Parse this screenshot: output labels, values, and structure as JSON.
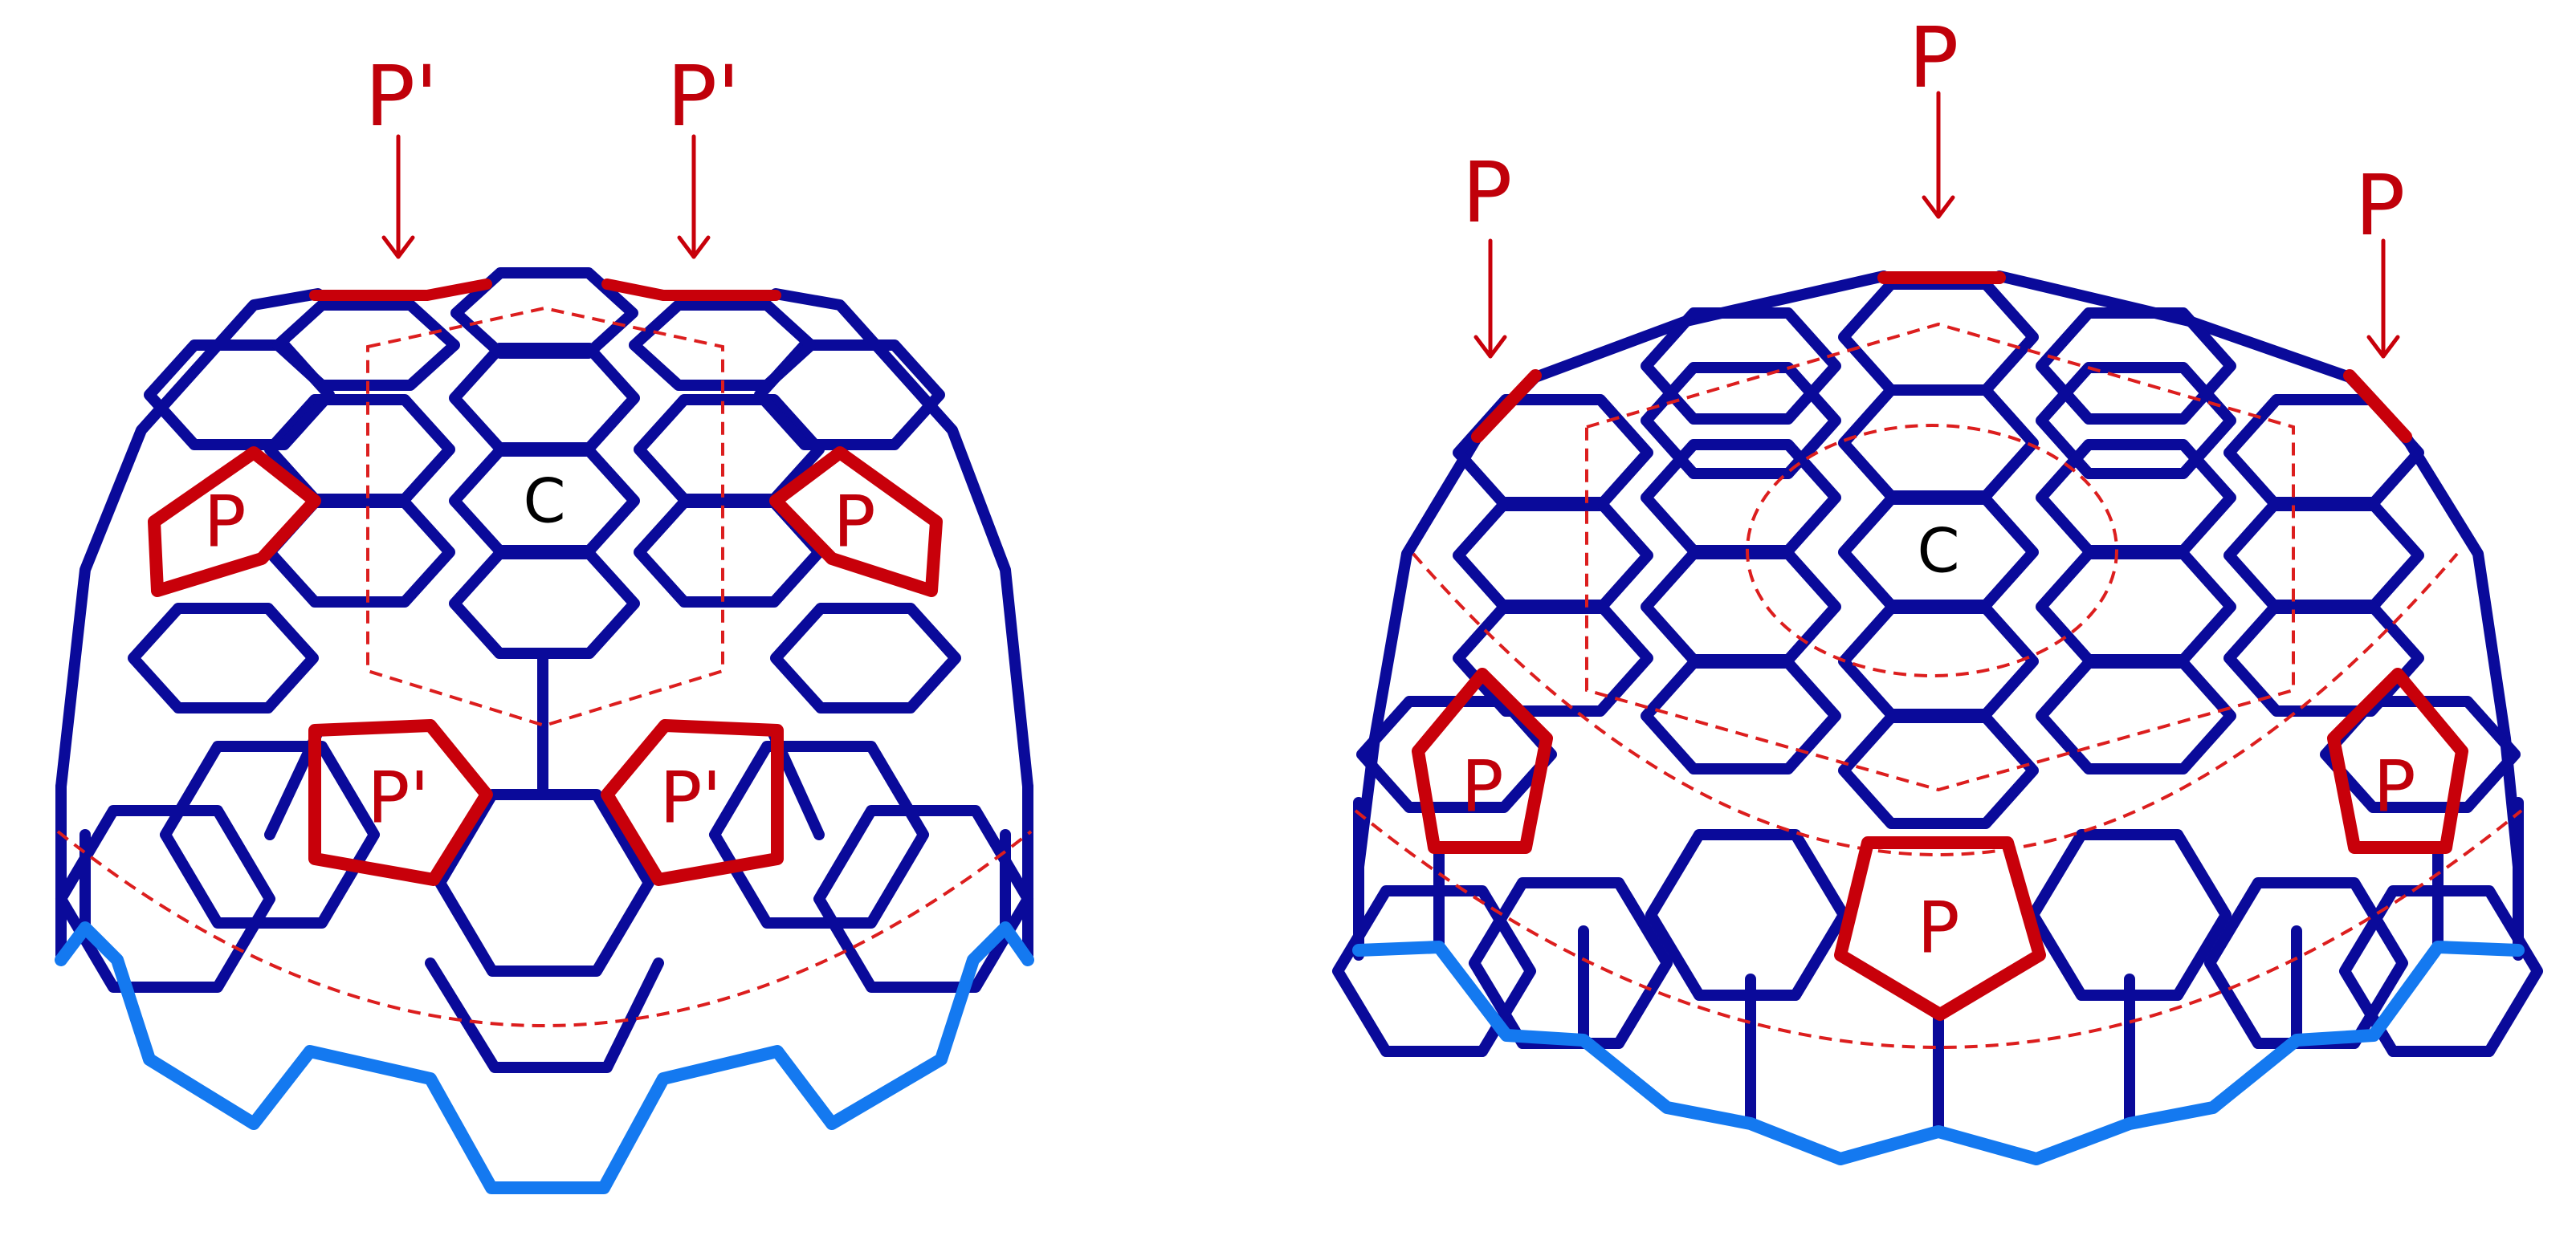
{
  "colors": {
    "cage": "#0a0a9a",
    "rim": "#1479f0",
    "highlight": "#c8000a",
    "dashed": "#dc1e1e",
    "center_label": "#000000"
  },
  "left_cap": {
    "arrow_labels": [
      "P'",
      "P'"
    ],
    "pentagon_labels": [
      "P",
      "P",
      "P'",
      "P'"
    ],
    "center_label": "C"
  },
  "right_cap": {
    "arrow_labels": [
      "P",
      "P",
      "P"
    ],
    "pentagon_labels": [
      "P",
      "P",
      "P"
    ],
    "center_label": "C"
  }
}
